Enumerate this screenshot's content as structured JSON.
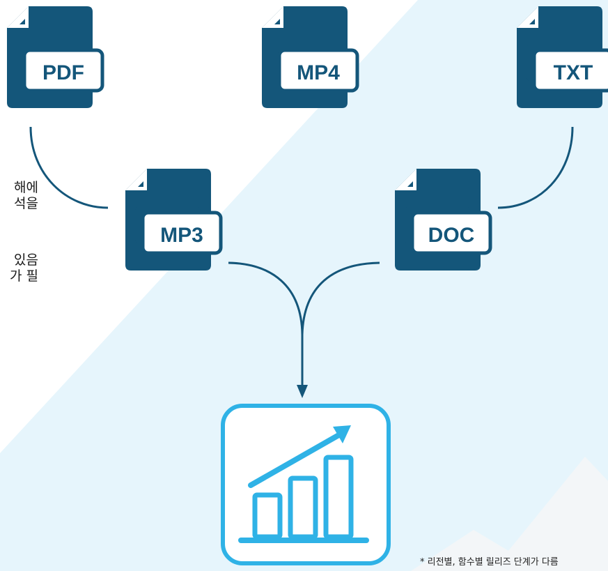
{
  "files": {
    "pdf": "PDF",
    "mp4": "MP4",
    "txt": "TXT",
    "mp3": "MP3",
    "doc": "DOC"
  },
  "side_text": {
    "line1": "해에",
    "line2": "석을",
    "line3": "있음",
    "line4": "가 필"
  },
  "footnote": "* 리전별, 함수별 릴리즈 단계가 다름",
  "colors": {
    "file_icon": "#14567a",
    "connector": "#14567a",
    "analytics": "#2fb2e6",
    "background_shape": "#e6f5fc",
    "mountain": "#f3f6f8"
  },
  "icons": {
    "files": "file-document-icon",
    "analytics": "bar-chart-trend-icon"
  }
}
